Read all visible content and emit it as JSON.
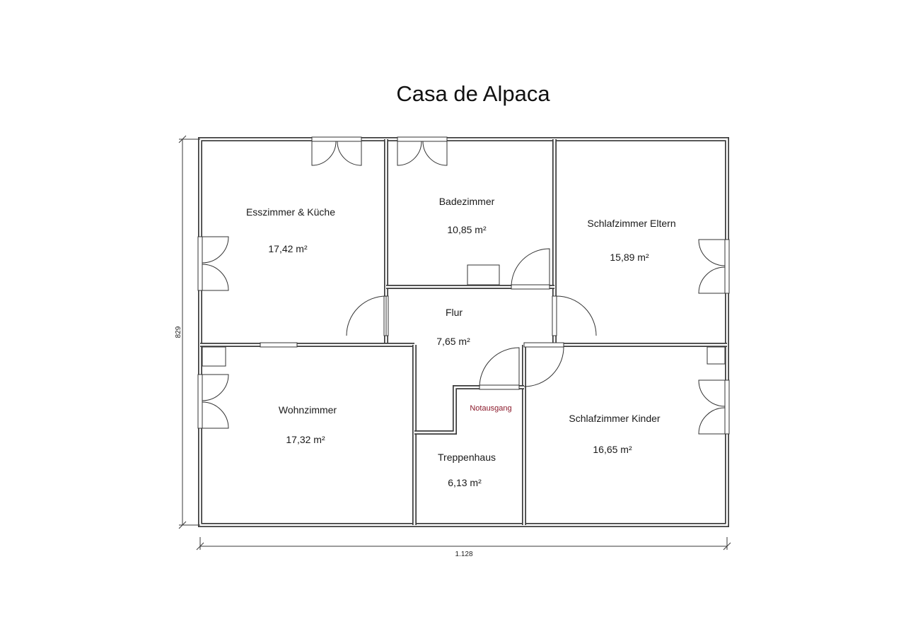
{
  "title": "Casa de Alpaca",
  "dimensions": {
    "width_label": "1.128",
    "height_label": "829"
  },
  "rooms": [
    {
      "name": "Esszimmer & Küche",
      "area": "17,42 m²"
    },
    {
      "name": "Badezimmer",
      "area": "10,85 m²"
    },
    {
      "name": "Schlafzimmer Eltern",
      "area": "15,89 m²"
    },
    {
      "name": "Flur",
      "area": "7,65 m²"
    },
    {
      "name": "Wohnzimmer",
      "area": "17,32 m²"
    },
    {
      "name": "Treppenhaus",
      "area": "6,13 m²"
    },
    {
      "name": "Schlafzimmer Kinder",
      "area": "16,65 m²"
    }
  ],
  "notes": {
    "emergency_exit": "Notausgang"
  },
  "colors": {
    "wall": "#3a3a3a",
    "emergency_exit_text": "#8b1a2b"
  }
}
